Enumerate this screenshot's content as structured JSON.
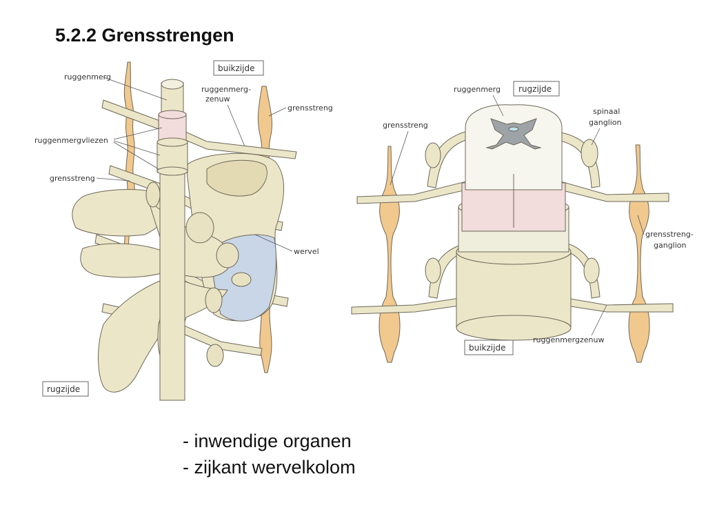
{
  "title": "5.2.2 Grensstrengen",
  "left_figure": {
    "labels": {
      "ruggenmerg": "ruggenmerg",
      "ruggenmergvliezen": "ruggenmergvliezen",
      "grensstreng_left": "grensstreng",
      "buikzijde": "buikzijde",
      "ruggenmerg_zenuw_1": "ruggenmerg-",
      "ruggenmerg_zenuw_2": "zenuw",
      "grensstreng_right": "grensstreng",
      "wervel": "wervel",
      "rugzijde": "rugzijde"
    }
  },
  "right_figure": {
    "labels": {
      "ruggenmerg": "ruggenmerg",
      "rugzijde": "rugzijde",
      "grensstreng": "grensstreng",
      "spinaal_1": "spinaal",
      "spinaal_2": "ganglion",
      "ganglion_1": "grensstreng-",
      "ganglion_2": "ganglion",
      "buikzijde": "buikzijde",
      "ruggenmergzenuw": "ruggenmergzenuw"
    }
  },
  "bullets": [
    "- inwendige organen",
    "- zijkant wervelkolom"
  ],
  "colors": {
    "bone": "#ece6c9",
    "nerve": "#efe0b4",
    "sympathetic_chain": "#f1c88e",
    "meninges_pink": "#f3dcdc",
    "vertebra_blue": "#c9d6e8",
    "grey_matter": "#9ea3a8",
    "outline": "#6b6656"
  }
}
